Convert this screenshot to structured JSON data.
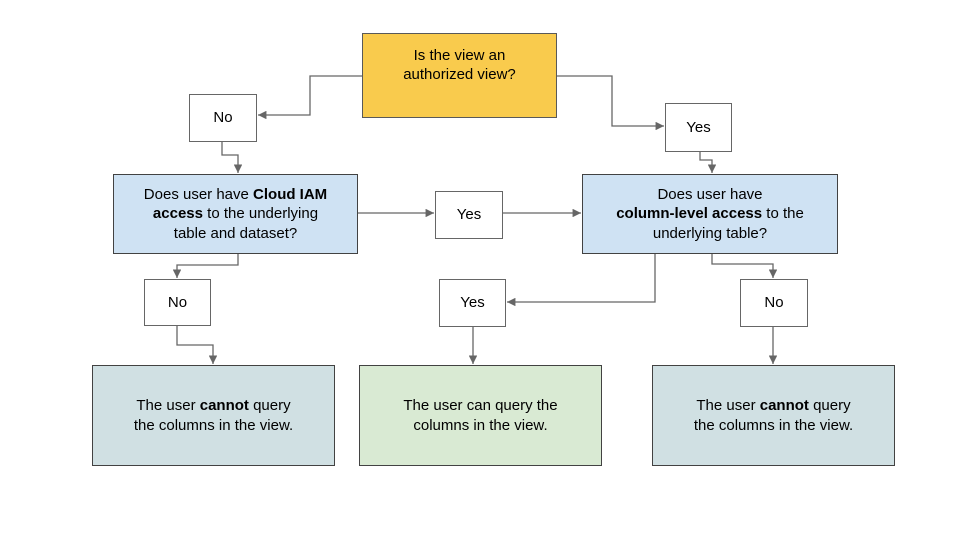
{
  "colors": {
    "root_fill": "#f9cb4d",
    "question_fill": "#cfe2f3",
    "result_no_fill": "#d0e0e3",
    "result_yes_fill": "#d9ead3",
    "line": "#666666"
  },
  "nodes": {
    "root": {
      "text": "Is the view an authorized view?"
    },
    "branch_no_top": {
      "text": "No"
    },
    "branch_yes_top": {
      "text": "Yes"
    },
    "iam_question": {
      "pre": "Does user have ",
      "bold": "Cloud IAM access",
      "post": " to the underlying table and dataset?"
    },
    "branch_yes_mid": {
      "text": "Yes"
    },
    "cls_question": {
      "pre": "Does user have ",
      "bold": "column-level access",
      "post": " to the underlying table?"
    },
    "branch_no_left": {
      "text": "No"
    },
    "branch_yes_bottom": {
      "text": "Yes"
    },
    "branch_no_right": {
      "text": "No"
    },
    "result_left": {
      "pre": "The user ",
      "bold": "cannot",
      "post": " query the columns in the view."
    },
    "result_middle": {
      "text": "The user can query the columns in the view."
    },
    "result_right": {
      "pre": "The user ",
      "bold": "cannot",
      "post": " query the columns in the view."
    }
  }
}
